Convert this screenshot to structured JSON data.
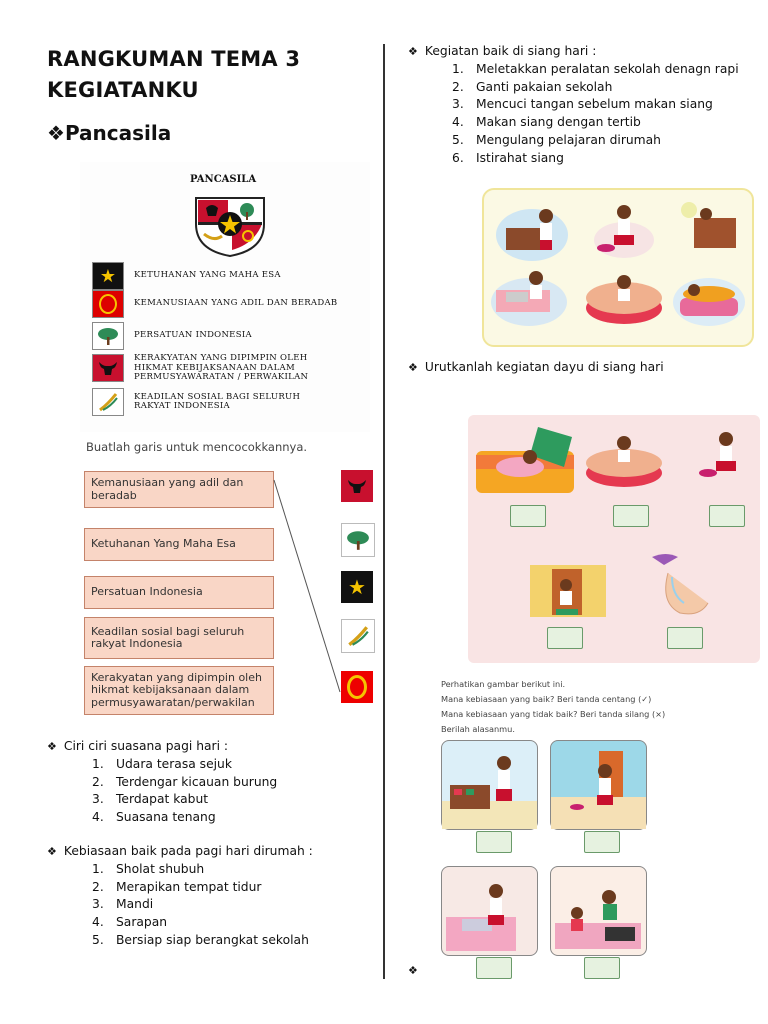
{
  "title_line1": "RANGKUMAN TEMA 3",
  "title_line2": "KEGIATANKU",
  "section_pancasila": "Pancasila",
  "pancasila_figure": {
    "heading": "PANCASILA",
    "principles": [
      "KETUHANAN YANG MAHA ESA",
      "KEMANUSIAAN YANG ADIL DAN BERADAB",
      "PERSATUAN INDONESIA",
      "KERAKYATAN YANG DIPIMPIN OLEH HIKMAT KEBIJAKSANAAN DALAM PERMUSYAWARATAN / PERWAKILAN",
      "KEADILAN SOSIAL BAGI SELURUH RAKYAT INDONESIA"
    ],
    "instruction": "Buatlah garis untuk mencocokkannya.",
    "match_boxes": [
      "Kemanusiaan yang adil dan beradab",
      "Ketuhanan Yang Maha Esa",
      "Persatuan Indonesia",
      "Keadilan sosial bagi seluruh rakyat Indonesia",
      "Kerakyatan yang dipimpin oleh hikmat kebijaksanaan dalam permusyawaratan/perwakilan"
    ]
  },
  "pagi_suasana": {
    "heading": "Ciri ciri suasana pagi hari :",
    "items": [
      "Udara terasa sejuk",
      "Terdengar kicauan burung",
      "Terdapat kabut",
      "Suasana tenang"
    ]
  },
  "pagi_kebiasaan": {
    "heading": "Kebiasaan baik pada pagi hari dirumah :",
    "items": [
      "Sholat shubuh",
      "Merapikan tempat tidur",
      "Mandi",
      "Sarapan",
      "Bersiap siap berangkat sekolah"
    ]
  },
  "siang_kegiatan": {
    "heading": "Kegiatan baik di siang hari :",
    "items": [
      "Meletakkan peralatan sekolah denagn rapi",
      "Ganti pakaian sekolah",
      "Mencuci tangan sebelum makan siang",
      "Makan siang dengan tertib",
      "Mengulang pelajaran dirumah",
      "Istirahat siang"
    ]
  },
  "urutkan_heading": "Urutkanlah  kegiatan dayu di siang hari",
  "exercise_text": [
    "Perhatikan gambar berikut ini.",
    "Mana kebiasaan yang baik? Beri tanda centang (✓)",
    "Mana kebiasaan yang tidak baik? Beri tanda silang (×)",
    "Berilah alasanmu."
  ],
  "bullet_glyph": "❖",
  "colors": {
    "match_box_fill": "#f9d6c6",
    "match_box_border": "#c4836a",
    "answer_box": "#e6f2e0"
  }
}
